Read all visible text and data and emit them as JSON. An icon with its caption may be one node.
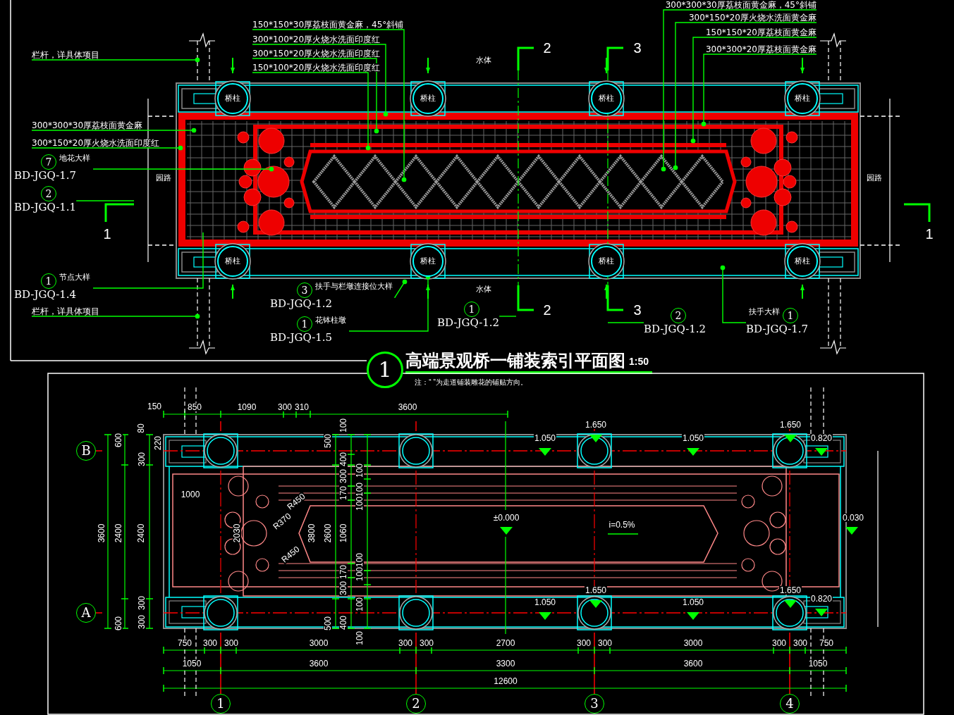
{
  "diagram": {
    "title": "高端景观桥一铺装索引平面图",
    "nodes": [
      {
        "text": [
          "栏杆，详具体项目"
        ]
      },
      {
        "text": [
          "150*150*30厚荔枝面黄金麻，45°斜铺"
        ]
      },
      {
        "text": [
          "300*100*20厚火烧水洗面印度红"
        ]
      },
      {
        "text": [
          "300*150*20厚火烧水洗面印度红"
        ]
      },
      {
        "text": [
          "150*100*20厚火烧水洗面印度红"
        ]
      },
      {
        "text": [
          "300*300*30厚荔枝面黄金麻，45°斜铺"
        ]
      },
      {
        "text": [
          "300*150*20厚火烧水洗面黄金麻"
        ]
      },
      {
        "text": [
          "150*150*20厚荔枝面黄金麻"
        ]
      },
      {
        "text": [
          "300*300*20厚荔枝面黄金麻"
        ]
      },
      {
        "text": [
          "300*300*30厚荔枝面黄金麻"
        ]
      },
      {
        "text": [
          "300*150*20厚火烧水洗面印度红"
        ]
      },
      {
        "text": [
          "7",
          "地花大样",
          "BD-JGQ-1.7"
        ]
      },
      {
        "text": [
          "2",
          "BD-JGQ-1.1"
        ]
      },
      {
        "text": [
          "1",
          "节点大样",
          "BD-JGQ-1.4"
        ]
      },
      {
        "text": [
          "栏杆，详具体项目"
        ]
      },
      {
        "text": [
          "3",
          "扶手与栏墩连接位大样",
          "BD-JGQ-1.2"
        ]
      },
      {
        "text": [
          "1",
          "花钵柱墩",
          "BD-JGQ-1.5"
        ]
      },
      {
        "text": [
          "1",
          "BD-JGQ-1.2"
        ]
      },
      {
        "text": [
          "2",
          "BD-JGQ-1.2"
        ]
      },
      {
        "text": [
          "扶手大样",
          "1",
          "BD-JGQ-1.7"
        ]
      },
      {
        "text": [
          "桥柱"
        ]
      },
      {
        "text": [
          "桥柱"
        ]
      },
      {
        "text": [
          "桥柱"
        ]
      },
      {
        "text": [
          "桥柱"
        ]
      },
      {
        "text": [
          "桥柱"
        ]
      },
      {
        "text": [
          "桥柱"
        ]
      },
      {
        "text": [
          "桥柱"
        ]
      },
      {
        "text": [
          "桥柱"
        ]
      },
      {
        "text": [
          "1"
        ]
      },
      {
        "text": [
          "B"
        ]
      },
      {
        "text": [
          "A"
        ]
      },
      {
        "text": [
          "1"
        ]
      },
      {
        "text": [
          "2"
        ]
      },
      {
        "text": [
          "3"
        ]
      },
      {
        "text": [
          "4"
        ]
      }
    ],
    "edges": [
      {
        "from": 0,
        "to": null,
        "arrow": "other"
      },
      {
        "from": 1,
        "to": null,
        "arrow": "other"
      },
      {
        "from": 2,
        "to": null,
        "arrow": "other"
      },
      {
        "from": 3,
        "to": null,
        "arrow": "other"
      },
      {
        "from": 4,
        "to": null,
        "arrow": "other"
      },
      {
        "from": 5,
        "to": null,
        "arrow": "other"
      },
      {
        "from": 6,
        "to": null,
        "arrow": "other"
      },
      {
        "from": 7,
        "to": null,
        "arrow": "other"
      },
      {
        "from": 8,
        "to": null,
        "arrow": "other"
      },
      {
        "from": 9,
        "to": null,
        "arrow": "other"
      },
      {
        "from": 10,
        "to": null,
        "arrow": "other"
      },
      {
        "from": 11,
        "to": null,
        "arrow": "other"
      },
      {
        "from": 12,
        "to": null,
        "arrow": "none"
      },
      {
        "from": 13,
        "to": null,
        "arrow": "none"
      },
      {
        "from": 14,
        "to": null,
        "arrow": "other"
      },
      {
        "from": 15,
        "to": null,
        "arrow": "other"
      },
      {
        "from": 16,
        "to": 25,
        "arrow": "other"
      },
      {
        "from": 17,
        "to": null,
        "arrow": "none"
      },
      {
        "from": 18,
        "to": null,
        "arrow": "none"
      },
      {
        "from": 19,
        "to": null,
        "arrow": "other"
      }
    ],
    "labels": [
      "水体",
      "2",
      "3",
      "园路",
      "园路",
      "1",
      "1",
      "水体",
      "2",
      "3",
      "1:50",
      "注：“ ”为走道铺装雕花的铺贴方向。",
      "150",
      "850",
      "1090",
      "300",
      "310",
      "3600",
      "80",
      "100",
      "600",
      "220",
      "300",
      "1.050",
      "1.650",
      "1.050",
      "1.650",
      "0.820",
      "500",
      "400",
      "100",
      "300",
      "170",
      "100100",
      "1000",
      "R450",
      "R370",
      "±0.000",
      "0.030",
      "3600",
      "2400",
      "2400",
      "2030",
      "3800",
      "2600",
      "1060",
      "i=0.5%",
      "R450",
      "100100",
      "170",
      "300",
      "100",
      "1.650",
      "1.650",
      "1.050",
      "1.050",
      "0.820",
      "600",
      "300",
      "300",
      "500",
      "400",
      "100",
      "750",
      "300",
      "300",
      "3000",
      "300",
      "300",
      "2700",
      "300",
      "300",
      "3000",
      "300",
      "300",
      "750",
      "1050",
      "3600",
      "3300",
      "3600",
      "1050",
      "12600"
    ]
  }
}
